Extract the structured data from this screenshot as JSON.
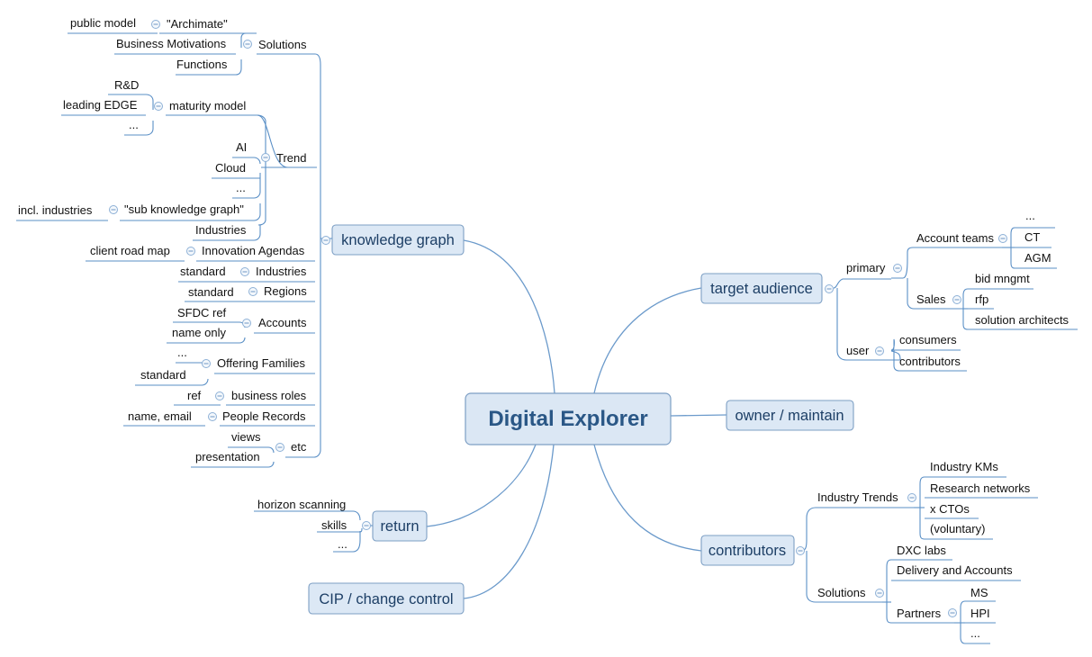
{
  "central": "Digital Explorer",
  "knowledge_graph": {
    "label": "knowledge graph",
    "solutions": {
      "label": "Solutions",
      "archimate": "\"Archimate\"",
      "public_model": "public model",
      "business_motivations": "Business Motivations",
      "functions": "Functions"
    },
    "maturity": {
      "label": "maturity model",
      "rnd": "R&D",
      "leading_edge": "leading EDGE",
      "more": "..."
    },
    "trend": {
      "label": "Trend",
      "ai": "AI",
      "cloud": "Cloud",
      "more": "...",
      "sub_kg": "\"sub knowledge graph\"",
      "incl_industries": "incl. industries",
      "industries": "Industries"
    },
    "innovation": {
      "label": "Innovation Agendas",
      "client_road_map": "client road map"
    },
    "industries": {
      "label": "Industries",
      "standard": "standard"
    },
    "regions": {
      "label": "Regions",
      "standard": "standard"
    },
    "accounts": {
      "label": "Accounts",
      "sfdc_ref": "SFDC ref",
      "name_only": "name only"
    },
    "offering": {
      "label": "Offering Families",
      "more": "...",
      "standard": "standard"
    },
    "roles": {
      "label": "business roles",
      "ref": "ref"
    },
    "people": {
      "label": "People Records",
      "name_email": "name, email"
    },
    "etc": {
      "label": "etc",
      "views": "views",
      "presentation": "presentation"
    }
  },
  "return": {
    "label": "return",
    "horizon": "horizon scanning",
    "skills": "skills",
    "more": "..."
  },
  "cip": {
    "label": "CIP / change control"
  },
  "target_audience": {
    "label": "target audience",
    "primary": {
      "label": "primary",
      "account_teams": {
        "label": "Account teams",
        "more": "...",
        "ct": "CT",
        "agm": "AGM"
      },
      "sales": {
        "label": "Sales",
        "bid": "bid mngmt",
        "rfp": "rfp",
        "architects": "solution architects"
      }
    },
    "user": {
      "label": "user",
      "consumers": "consumers",
      "contributors": "contributors"
    }
  },
  "owner": {
    "label": "owner / maintain"
  },
  "contributors": {
    "label": "contributors",
    "industry_trends": {
      "label": "Industry Trends",
      "kms": "Industry KMs",
      "research": "Research networks",
      "ctos": "x CTOs",
      "voluntary": "(voluntary)"
    },
    "solutions": {
      "label": "Solutions",
      "dxc_labs": "DXC labs",
      "delivery": "Delivery and Accounts",
      "partners": {
        "label": "Partners",
        "ms": "MS",
        "hpi": "HPI",
        "more": "..."
      }
    }
  },
  "colors": {
    "branch_line": "#6b9acb",
    "topic_fill": "#dce8f5",
    "central_text": "#2a5786"
  }
}
